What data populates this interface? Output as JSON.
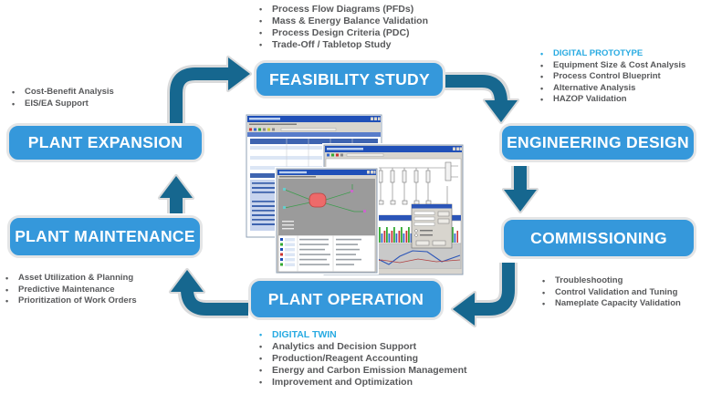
{
  "title": "Plant Lifecycle Digital Solutions Diagram",
  "icons": {
    "bullet": "•"
  },
  "colors": {
    "box_blue": "#3598DB",
    "box_border": "#E4E5E6",
    "arrow_blue": "#16678F",
    "arrow_outline": "#D9DADB",
    "bullet_text_gray": "#58595B",
    "accent_blue": "#29ABE2"
  },
  "stages": [
    {
      "id": "feasibility-study",
      "label": "FEASIBILITY STUDY"
    },
    {
      "id": "engineering-design",
      "label": "ENGINEERING DESIGN"
    },
    {
      "id": "commissioning",
      "label": "COMMISSIONING"
    },
    {
      "id": "plant-operation",
      "label": "PLANT OPERATION"
    },
    {
      "id": "plant-maintenance",
      "label": "PLANT MAINTENANCE"
    },
    {
      "id": "plant-expansion",
      "label": "PLANT EXPANSION"
    }
  ],
  "bullets": {
    "feasibility": {
      "items": [
        "Process Flow Diagrams (PFDs)",
        "Mass & Energy Balance Validation",
        "Process Design Criteria (PDC)",
        "Trade-Off / Tabletop Study"
      ]
    },
    "engineering": {
      "header": "DIGITAL PROTOTYPE",
      "items": [
        "Equipment Size & Cost Analysis",
        "Process Control Blueprint",
        "Alternative Analysis",
        "HAZOP Validation"
      ]
    },
    "commissioning": {
      "items": [
        "Troubleshooting",
        "Control Validation and Tuning",
        "Nameplate Capacity Validation"
      ]
    },
    "operation": {
      "header": "DIGITAL TWIN",
      "items": [
        "Analytics and Decision Support",
        "Production/Reagent Accounting",
        "Energy and Carbon Emission Management",
        "Improvement and Optimization"
      ]
    },
    "maintenance": {
      "items": [
        "Asset Utilization & Planning",
        "Predictive Maintenance",
        "Prioritization of Work Orders"
      ]
    },
    "expansion": {
      "items": [
        "Cost-Benefit Analysis",
        "EIS/EA Support"
      ]
    }
  }
}
